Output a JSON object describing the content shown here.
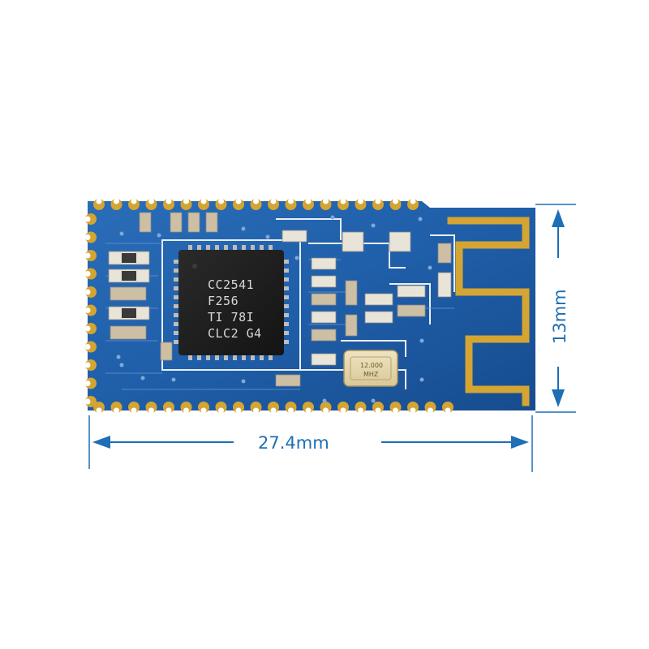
{
  "chip": {
    "lines": [
      "CC2541",
      "F256",
      "TI 78I",
      "CLC2 G4"
    ]
  },
  "crystal": {
    "lines": [
      "12.000",
      "MHZ"
    ]
  },
  "dimensions": {
    "width_label": "27.4mm",
    "height_label": "13mm"
  },
  "colors": {
    "board": "#1f5ea8",
    "gold": "#d4a532",
    "silkscreen": "#e8eef5",
    "dimension": "#1e6fb5"
  }
}
